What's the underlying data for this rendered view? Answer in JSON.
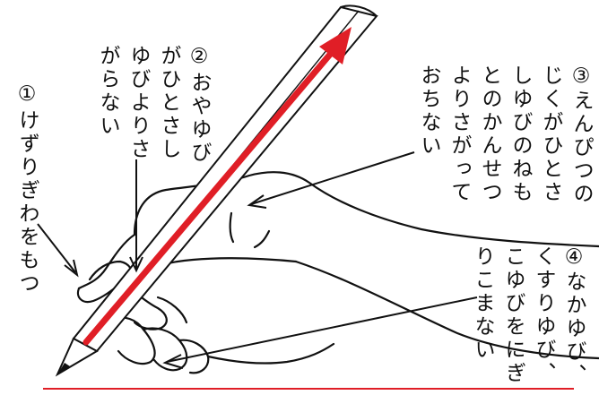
{
  "labels": {
    "l1": {
      "mark": "①",
      "lines": [
        "けずりぎわをもつ"
      ]
    },
    "l2": {
      "mark": "②",
      "lines": [
        "おやゆび",
        "がひとさし",
        "ゆびよりさ",
        "がらない"
      ]
    },
    "l3": {
      "mark": "③",
      "lines": [
        "えんぴつの",
        "じくがひとさ",
        "しゆびのねも",
        "とのかんせつ",
        "よりさがって",
        "おちない"
      ]
    },
    "l4": {
      "mark": "④",
      "lines": [
        "なかゆび、",
        "くすりゆび、",
        "こゆびをにぎ",
        "りこまない"
      ]
    }
  },
  "colors": {
    "ink": "#111111",
    "pencil_red": "#e01e26",
    "baseline": "#e01e26"
  }
}
